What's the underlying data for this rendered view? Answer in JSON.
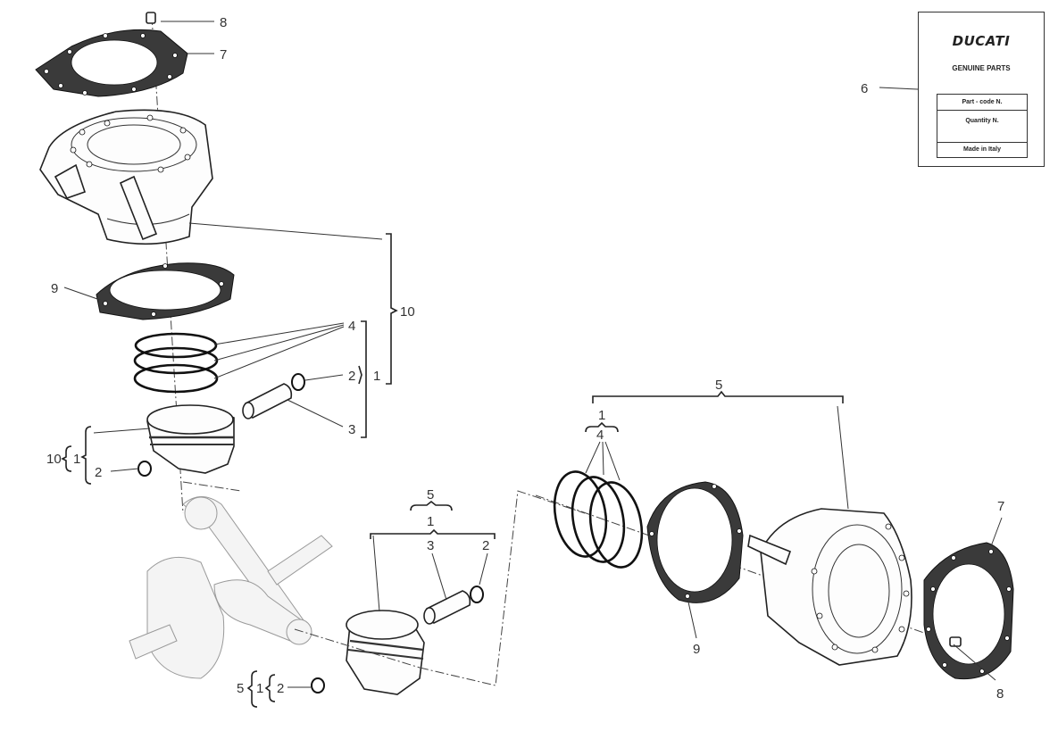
{
  "label_card": {
    "brand": "DUCATI",
    "subtitle": "GENUINE PARTS",
    "fields": [
      "Part - code N.",
      "Quantity N.",
      "Made in Italy"
    ]
  },
  "callouts": {
    "top_8": "8",
    "top_7": "7",
    "label_6": "6",
    "left_9": "9",
    "group_10": "10",
    "rings_4": "4",
    "clip_2": "2",
    "group_1": "1",
    "pin_3": "3",
    "left_10": "10",
    "left_1": "1",
    "left_2": "2",
    "mid_5": "5",
    "mid_1": "1",
    "mid_3": "3",
    "mid_2": "2",
    "bot_5": "5",
    "bot_1": "1",
    "bot_2": "2",
    "right_5": "5",
    "right_1": "1",
    "right_4": "4",
    "right_9": "9",
    "right_7": "7",
    "right_8": "8"
  }
}
